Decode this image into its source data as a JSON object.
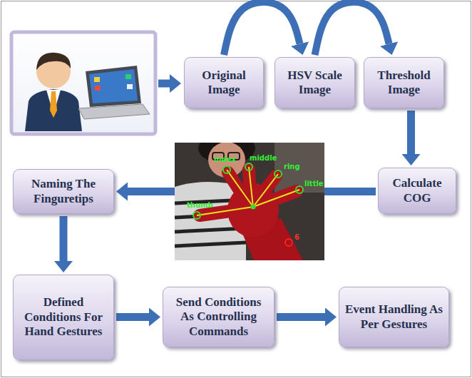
{
  "diagram": {
    "nodes": [
      {
        "text": [
          "Original Image"
        ]
      },
      {
        "text": [
          "HSV Scale Image"
        ]
      },
      {
        "text": [
          "Threshold Image"
        ]
      },
      {
        "text": [
          "Calculate COG"
        ]
      },
      {
        "text": [
          "Naming The Finguretips"
        ]
      },
      {
        "text": [
          "Defined Conditions For Hand Gestures"
        ]
      },
      {
        "text": [
          "Send Conditions As Controlling Commands"
        ]
      },
      {
        "text": [
          "Event Handling As Per Gestures"
        ]
      }
    ],
    "edges": [
      {
        "from": 0,
        "to": 1,
        "arrow": "to"
      },
      {
        "from": 1,
        "to": 2,
        "arrow": "to"
      },
      {
        "from": 2,
        "to": 3,
        "arrow": "to"
      },
      {
        "from": 3,
        "to": 4,
        "arrow": "to"
      },
      {
        "from": 4,
        "to": 5,
        "arrow": "to"
      },
      {
        "from": 5,
        "to": 6,
        "arrow": "to"
      },
      {
        "from": 6,
        "to": 7,
        "arrow": "to"
      }
    ],
    "labels": [
      "index",
      "middle",
      "ring",
      "little",
      "thumb",
      "6"
    ]
  }
}
